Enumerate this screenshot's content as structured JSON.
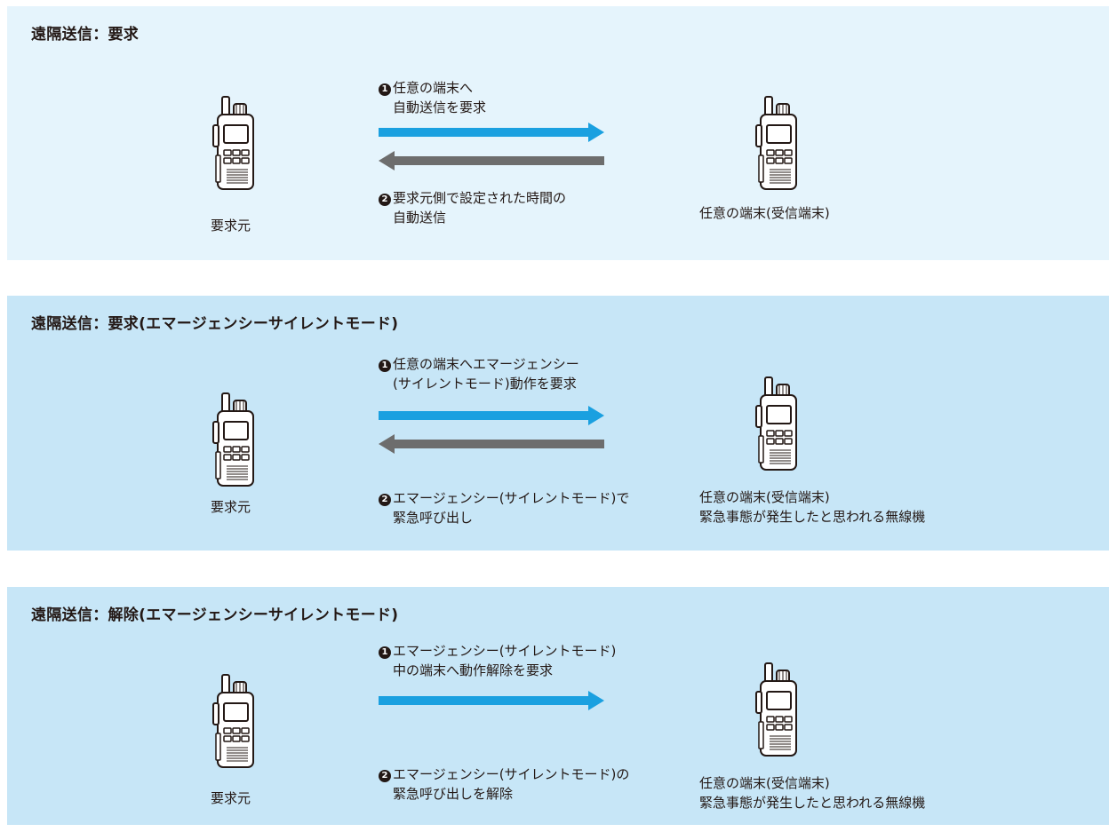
{
  "sections": [
    {
      "title": "遠隔送信：要求",
      "step1_marker": "1",
      "step1_line1": "任意の端末へ",
      "step1_line2": "自動送信を要求",
      "step2_marker": "2",
      "step2_line1": "要求元側で設定された時間の",
      "step2_line2": "自動送信",
      "source_label": "要求元",
      "target_line1": "任意の端末(受信端末)",
      "target_line2": ""
    },
    {
      "title": "遠隔送信：要求(エマージェンシーサイレントモード)",
      "step1_marker": "1",
      "step1_line1": "任意の端末へエマージェンシー",
      "step1_line2": "(サイレントモード)動作を要求",
      "step2_marker": "2",
      "step2_line1": "エマージェンシー(サイレントモード)で",
      "step2_line2": "緊急呼び出し",
      "source_label": "要求元",
      "target_line1": "任意の端末(受信端末)",
      "target_line2": "緊急事態が発生したと思われる無線機"
    },
    {
      "title": "遠隔送信：解除(エマージェンシーサイレントモード)",
      "step1_marker": "1",
      "step1_line1": "エマージェンシー(サイレントモード)",
      "step1_line2": "中の端末へ動作解除を要求",
      "step2_marker": "2",
      "step2_line1": "エマージェンシー(サイレントモード)の",
      "step2_line2": "緊急呼び出しを解除",
      "source_label": "要求元",
      "target_line1": "任意の端末(受信端末)",
      "target_line2": "緊急事態が発生したと思われる無線機"
    }
  ],
  "colors": {
    "panel_light": "#e5f4fc",
    "panel_dark": "#c7e6f7",
    "arrow_request": "#1aa0e0",
    "arrow_response": "#6d6d6d"
  },
  "icons": [
    "handheld-radio-icon"
  ]
}
